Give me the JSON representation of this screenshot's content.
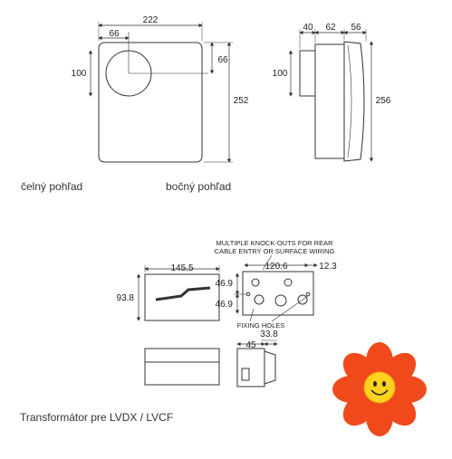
{
  "front": {
    "dim_width": "222",
    "dim_circle_offset": "66",
    "dim_circle_vertical": "66",
    "dim_circle_height": "100",
    "dim_height": "252"
  },
  "side": {
    "dim_a": "40",
    "dim_b": "62",
    "dim_c": "56",
    "dim_height_inner": "100",
    "dim_height": "256"
  },
  "captions": {
    "front_view": "čelný pohľad",
    "side_view": "bočný pohľad",
    "transformer": "Transformátor pre LVDX / LVCF"
  },
  "transformer": {
    "knockouts_note_line1": "MULTIPLE KNOCK-OUTS FOR REAR",
    "knockouts_note_line2": "CABLE ENTRY OR SURFACE WIRING",
    "fixing_holes": "FIXING HOLES",
    "dim_front_width": "145.5",
    "dim_front_height": "93.8",
    "dim_rear_width": "120.6",
    "dim_rear_offset": "12.3",
    "dim_rear_v1": "46.9",
    "dim_rear_v2": "46.9",
    "dim_side_a": "45",
    "dim_side_b": "33.8"
  },
  "colors": {
    "flower_petals": "#f04a1c",
    "flower_center": "#ffd21f"
  }
}
